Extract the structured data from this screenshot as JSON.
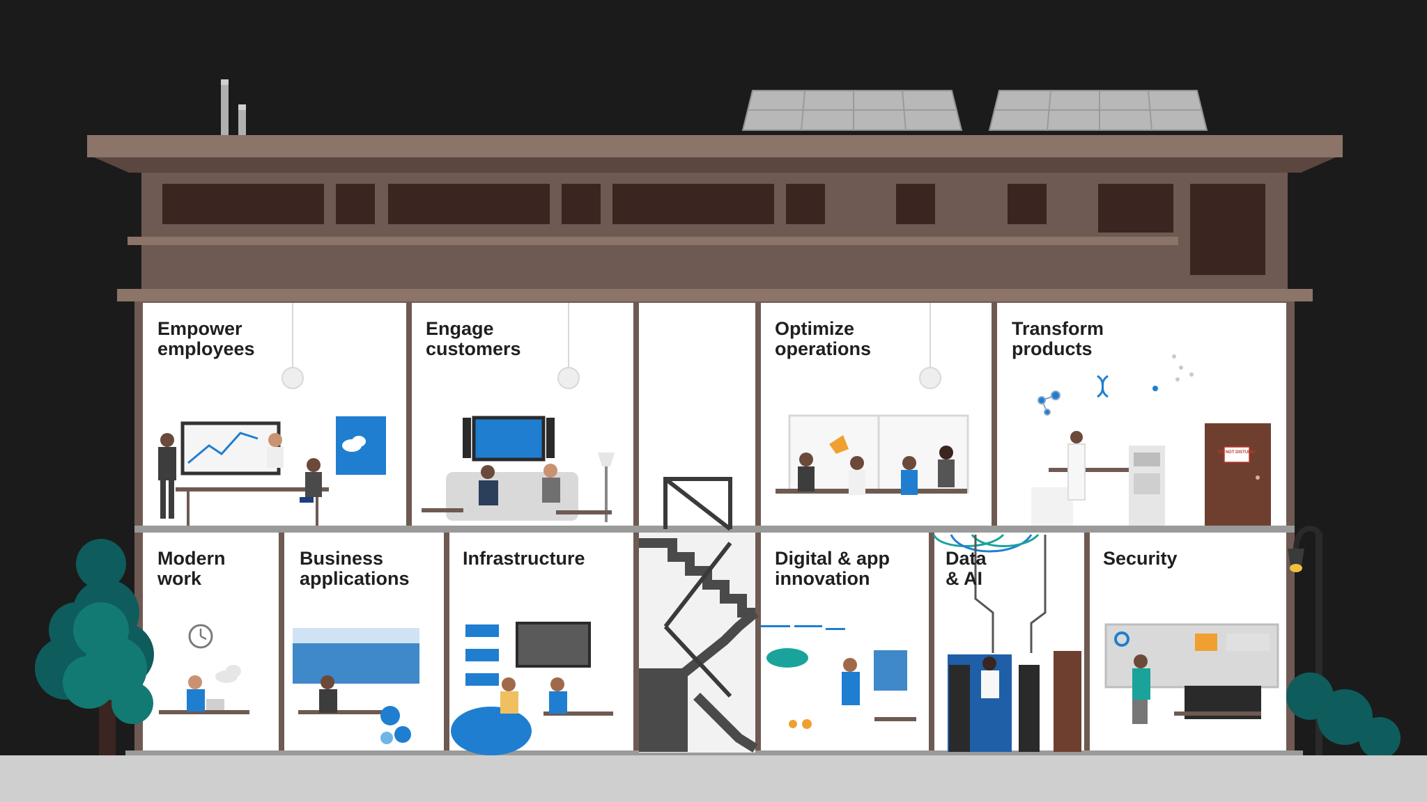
{
  "colors": {
    "sky": "#1b1b1b",
    "roof": "#8c7468",
    "building": "#6e5a52",
    "window_dark": "#3a2520",
    "wall": "#ffffff",
    "floor": "#c6c6c6",
    "accent_blue": "#1f7ed0",
    "tree_dark": "#0f5c5c",
    "tree_light": "#127a72",
    "ground": "#cfcfcf"
  },
  "rooms": {
    "empower_employees": "Empower\nemployees",
    "engage_customers": "Engage\ncustomers",
    "optimize_operations": "Optimize\noperations",
    "transform_products": "Transform\nproducts",
    "modern_work": "Modern\nwork",
    "business_applications": "Business\napplications",
    "infrastructure": "Infrastructure",
    "digital_app_innovation": "Digital & app\ninnovation",
    "data_ai": "Data\n& AI",
    "security": "Security"
  },
  "signage": {
    "do_not_disturb": "DO NOT DISTURB!"
  },
  "icons": [
    "clock-icon",
    "cloud-icon",
    "dna-icon",
    "molecule-icon",
    "lamp-icon",
    "street-lamp-icon"
  ]
}
